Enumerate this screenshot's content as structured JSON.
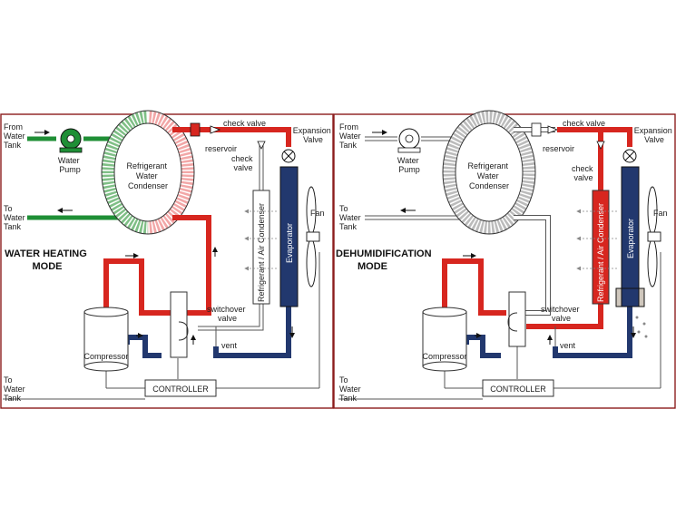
{
  "colors": {
    "hot": "#d7261f",
    "cold": "#22386e",
    "water": "#1f8f36",
    "frame": "#8b1c1c",
    "pipe_outline": "#555555",
    "tank": "#cfc7bd"
  },
  "panels": [
    {
      "mode_title": [
        "WATER HEATING",
        "MODE"
      ],
      "from_tank": [
        "From",
        "Water",
        "Tank"
      ],
      "to_tank_mid": [
        "To",
        "Water",
        "Tank"
      ],
      "to_tank_bottom": [
        "To",
        "Water",
        "Tank"
      ],
      "water_pump": [
        "Water",
        "Pump"
      ],
      "condenser": [
        "Refrigerant",
        "Water",
        "Condenser"
      ],
      "check_valve_top": "check valve",
      "reservoir": "reservoir",
      "check_valve_mid": [
        "check",
        "valve"
      ],
      "expansion_valve": [
        "Expansion",
        "Valve"
      ],
      "air_condenser": "Refrigerant / Air Condenser",
      "evaporator": "Evaporator",
      "fan": "Fan",
      "switchover": [
        "switchover",
        "valve"
      ],
      "vent": "vent",
      "compressor": "Compressor",
      "controller": "CONTROLLER"
    },
    {
      "mode_title": [
        "DEHUMIDIFICATION",
        "MODE"
      ],
      "from_tank": [
        "From",
        "Water",
        "Tank"
      ],
      "to_tank_mid": [
        "To",
        "Water",
        "Tank"
      ],
      "to_tank_bottom": [
        "To",
        "Water",
        "Tank"
      ],
      "water_pump": [
        "Water",
        "Pump"
      ],
      "condenser": [
        "Refrigerant",
        "Water",
        "Condenser"
      ],
      "check_valve_top": "check valve",
      "reservoir": "reservoir",
      "check_valve_mid": [
        "check",
        "valve"
      ],
      "expansion_valve": [
        "Expansion",
        "Valve"
      ],
      "air_condenser": "Refrigerant / Air Condenser",
      "evaporator": "Evaporator",
      "fan": "Fan",
      "switchover": [
        "switchover",
        "valve"
      ],
      "vent": "vent",
      "compressor": "Compressor",
      "controller": "CONTROLLER"
    }
  ]
}
